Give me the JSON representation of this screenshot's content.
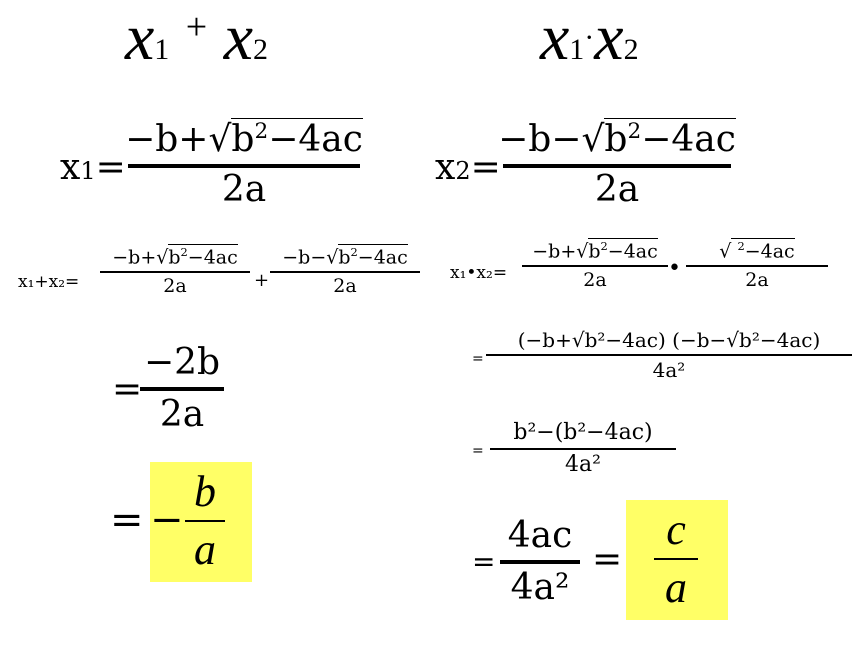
{
  "colors": {
    "highlight": "#ffff66"
  },
  "heading": {
    "left": {
      "var": "x",
      "sub1": "1",
      "op": "+",
      "sub2": "2"
    },
    "right": {
      "var": "x",
      "sub1": "1",
      "op": "·",
      "sub2": "2"
    }
  },
  "left": {
    "x1_lhs": "x",
    "x1_sub": "1",
    "x1_eq": "=",
    "x1_num_pre": "−b+",
    "x1_num_rad": "b",
    "x1_num_exp": "2",
    "x1_num_post": "−4ac",
    "x1_den": "2a",
    "sum_lhs": "x₁+x₂=",
    "sum_f1_num_pre": "−b+",
    "sum_f1_rad": "b",
    "sum_f1_exp": "2",
    "sum_f1_post": "−4ac",
    "sum_f1_den": "2a",
    "sum_plus": "+",
    "sum_f2_num_pre": "−b−",
    "sum_f2_rad": "b",
    "sum_f2_exp": "2",
    "sum_f2_post": "−4ac",
    "sum_f2_den": "2a",
    "step_eq": "=",
    "step_num": "−2b",
    "step_den": "2a",
    "result_eq": "=",
    "result_minus": "−",
    "result_num": "b",
    "result_den": "a"
  },
  "right": {
    "x2_lhs": "x",
    "x2_sub": "2",
    "x2_eq": "=",
    "x2_num_pre": "−b−",
    "x2_num_rad": "b",
    "x2_num_exp": "2",
    "x2_num_post": "−4ac",
    "x2_den": "2a",
    "prod_lhs": "x₁•x₂=",
    "prod_f1_num_pre": "−b+",
    "prod_f1_rad": "b",
    "prod_f1_exp": "2",
    "prod_f1_post": "−4ac",
    "prod_f1_den": "2a",
    "prod_dot": "•",
    "prod_f2_num_exp": "2",
    "prod_f2_post": "−4ac",
    "prod_f2_den": "2a",
    "step1_eq": "=",
    "step1_num": "(−b+√b²−4ac) (−b−√b²−4ac)",
    "step1_den": "4a²",
    "step2_eq": "=",
    "step2_num": "b²−(b²−4ac)",
    "step2_den": "4a²",
    "step3_eq": "=",
    "step3_num": "4ac",
    "step3_den": "4a²",
    "step3_eq2": "=",
    "result_num": "c",
    "result_den": "a"
  }
}
